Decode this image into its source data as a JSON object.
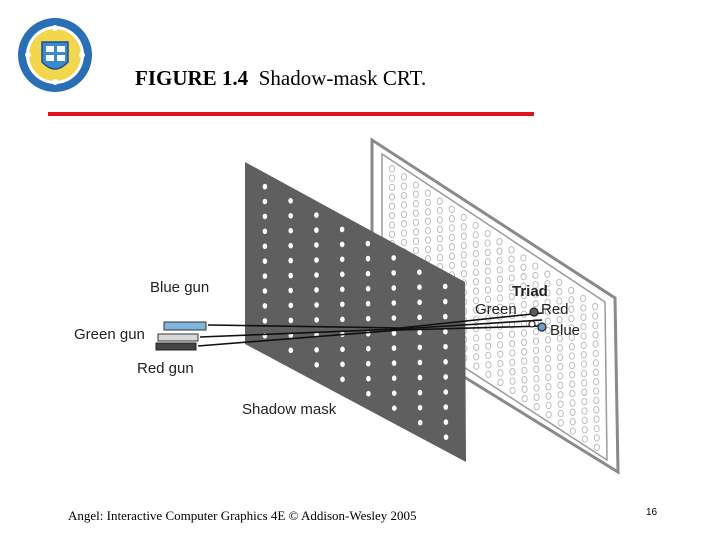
{
  "title": {
    "figure": "FIGURE 1.4",
    "caption": "Shadow-mask CRT."
  },
  "colors": {
    "rule": "#e0141c",
    "mask": "#5f5f5f",
    "blue_gun": "#7fb6de",
    "logo_blue": "#2a6fb6"
  },
  "diagram": {
    "labels": {
      "blue_gun": "Blue gun",
      "green_gun": "Green gun",
      "red_gun": "Red gun",
      "shadow_mask": "Shadow mask",
      "triad": "Triad",
      "green": "Green",
      "red": "Red",
      "blue": "Blue"
    },
    "phosphor_glyph": "o"
  },
  "footer": {
    "credit": "Angel: Interactive Computer Graphics 4E © Addison-Wesley 2005",
    "page_number": "16"
  }
}
